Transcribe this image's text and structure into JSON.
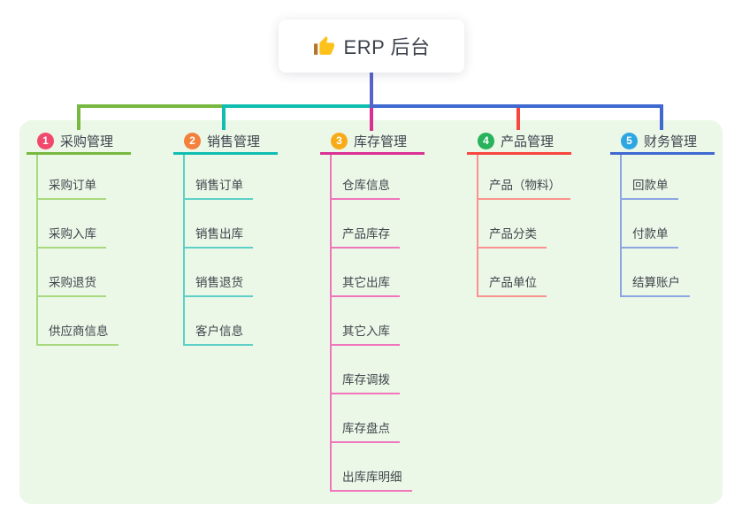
{
  "root": {
    "label": "ERP 后台",
    "icon": "thumbs-up-icon",
    "line_color": "#5A64C8"
  },
  "panel": {
    "background": "#EBF7E7"
  },
  "branches": [
    {
      "number": "1",
      "title": "采购管理",
      "badge_color": "#F2486B",
      "color": "#77B840",
      "color_light": "#A9D97F",
      "children": [
        "采购订单",
        "采购入库",
        "采购退货",
        "供应商信息"
      ]
    },
    {
      "number": "2",
      "title": "销售管理",
      "badge_color": "#F5803B",
      "color": "#10BDB1",
      "color_light": "#5FD0C7",
      "children": [
        "销售订单",
        "销售出库",
        "销售退货",
        "客户信息"
      ]
    },
    {
      "number": "3",
      "title": "库存管理",
      "badge_color": "#F8AB18",
      "color": "#DA3092",
      "color_light": "#EF76BA",
      "children": [
        "仓库信息",
        "产品库存",
        "其它出库",
        "其它入库",
        "库存调拨",
        "库存盘点",
        "出库库明细"
      ]
    },
    {
      "number": "4",
      "title": "产品管理",
      "badge_color": "#28B25B",
      "color": "#F8463E",
      "color_light": "#FA938D",
      "children": [
        "产品（物料）",
        "产品分类",
        "产品单位"
      ]
    },
    {
      "number": "5",
      "title": "财务管理",
      "badge_color": "#2EA6E2",
      "color": "#3F68D0",
      "color_light": "#8CA6E2",
      "children": [
        "回款单",
        "付款单",
        "结算账户"
      ]
    }
  ]
}
